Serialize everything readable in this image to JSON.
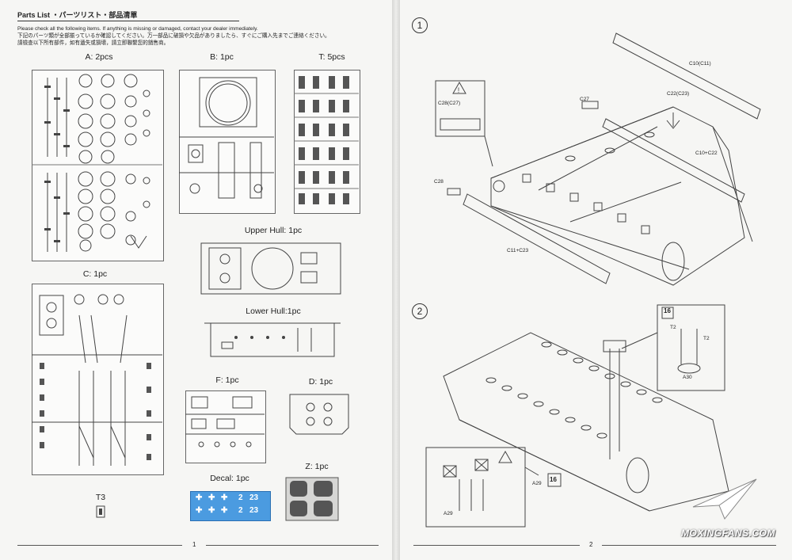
{
  "left_page": {
    "header_title": "Parts List ・パーツリスト・部品清單",
    "notes": [
      "Please check all the following items. If anything is missing or damaged, contact your dealer immediately.",
      "下記のパーツ類が全部揃っているか確認してください。万一部品に破損や欠品がありましたら、すぐにご購入先までご連絡ください。",
      "請檢查以下所有部件，如有遺失或損壞，請立即聯繫您的銷售商。"
    ],
    "labels": {
      "a": "A: 2pcs",
      "b": "B: 1pc",
      "t": "T: 5pcs",
      "c": "C: 1pc",
      "upper_hull": "Upper Hull: 1pc",
      "lower_hull": "Lower Hull:1pc",
      "f": "F: 1pc",
      "d": "D: 1pc",
      "t3": "T3",
      "decal": "Decal: 1pc",
      "z": "Z: 1pc"
    },
    "decal_numbers": [
      "2",
      "23",
      "2",
      "23"
    ],
    "page_number": "1"
  },
  "right_page": {
    "step1": {
      "number": "1",
      "callouts": [
        "C10(C11)",
        "C22(C23)",
        "C28(C27)",
        "C27",
        "C10+C22",
        "C28",
        "C11+C23"
      ]
    },
    "step2": {
      "number": "2",
      "callouts": [
        "16",
        "T2",
        "T2",
        "A30",
        "A29",
        "A29",
        "16"
      ]
    },
    "page_number": "2"
  },
  "watermark": "MOXINGFANS.COM"
}
